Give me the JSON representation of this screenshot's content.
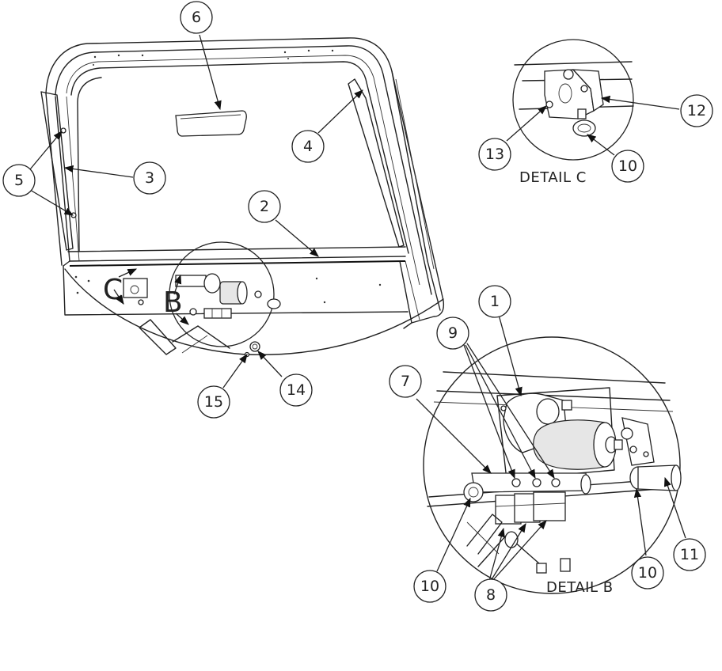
{
  "callouts": {
    "c1": "1",
    "c2": "2",
    "c3": "3",
    "c4": "4",
    "c5": "5",
    "c6": "6",
    "c7": "7",
    "c8": "8",
    "c9": "9",
    "c10a": "10",
    "c10b": "10",
    "c10c": "10",
    "c11": "11",
    "c12": "12",
    "c13": "13",
    "c14": "14",
    "c15": "15"
  },
  "detail_labels": {
    "b": "DETAIL B",
    "c": "DETAIL C"
  },
  "view_markers": {
    "b": "B",
    "c": "C"
  }
}
